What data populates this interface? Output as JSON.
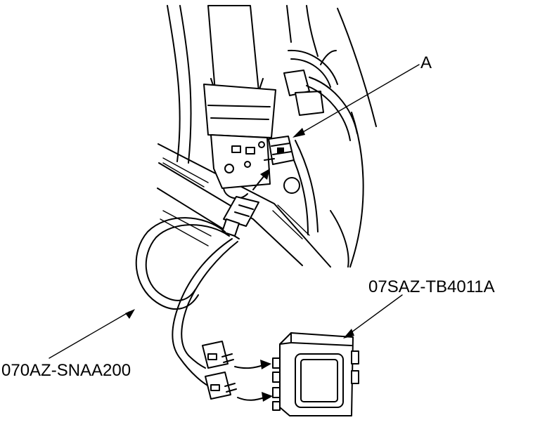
{
  "callouts": {
    "a": "A",
    "box_tool": "07SAZ-TB4011A",
    "harness_tool": "070AZ-SNAA200"
  },
  "colors": {
    "line": "#000000",
    "background": "#ffffff"
  }
}
